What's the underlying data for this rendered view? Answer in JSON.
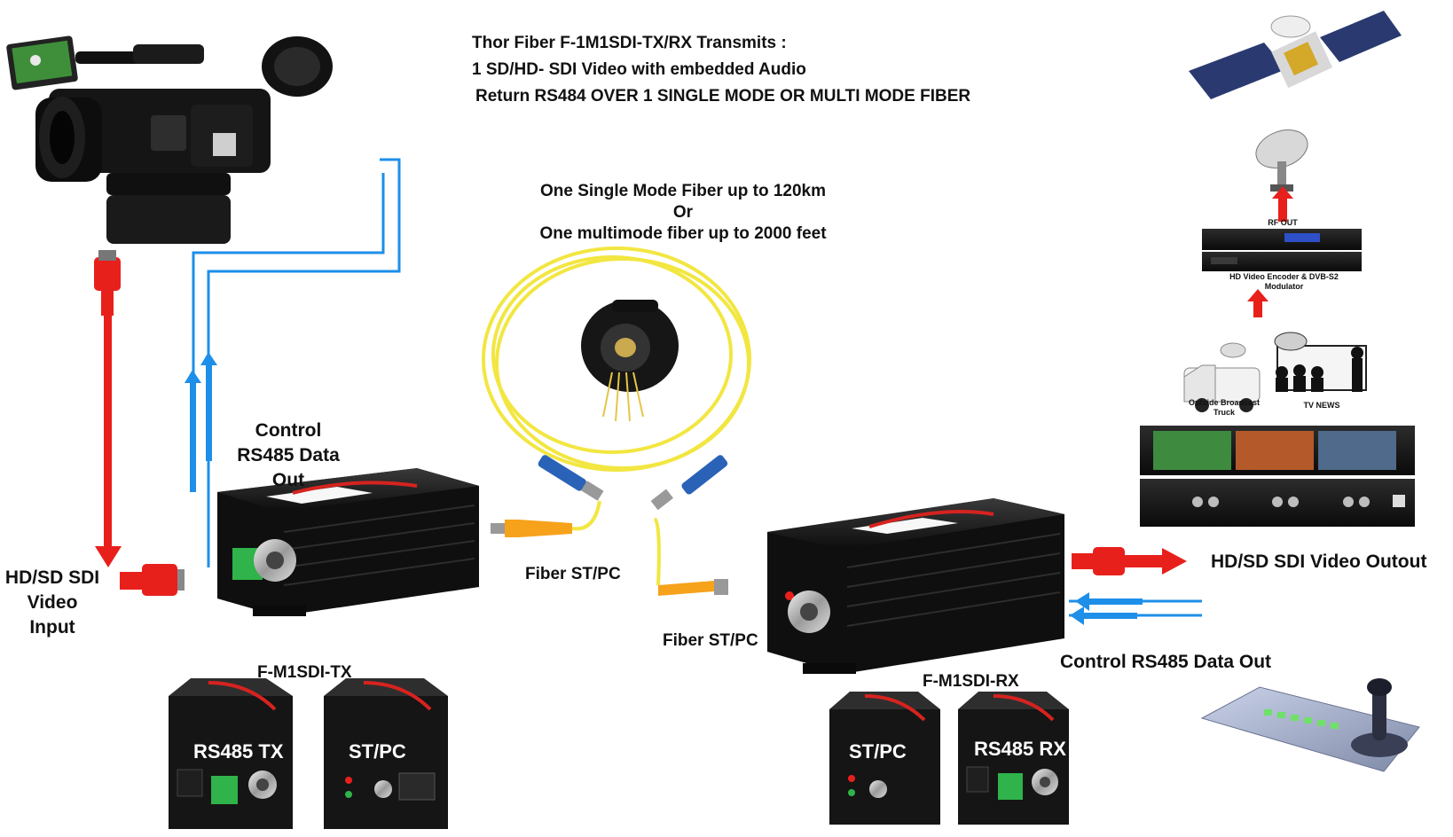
{
  "header": {
    "line1": "Thor Fiber F-1M1SDI-TX/RX Transmits :",
    "line2": "1 SD/HD- SDI Video with embedded  Audio",
    "line3": "Return RS484   OVER 1 SINGLE MODE OR MULTI MODE FIBER"
  },
  "fiber_note": {
    "line1": "One Single Mode Fiber up to 120km",
    "line2": "Or",
    "line3": "One multimode fiber up to 2000 feet"
  },
  "left": {
    "control_line1": "Control",
    "control_line2": "RS485 Data",
    "control_line3": "Out",
    "input_line1": "HD/SD SDI",
    "input_line2": "Video",
    "input_line3": "Input"
  },
  "connectors": {
    "fiber_tx": "Fiber ST/PC",
    "fiber_rx": "Fiber ST/PC"
  },
  "tx": {
    "model": "F-M1SDI-TX",
    "panel_a": "RS485   TX",
    "panel_b": "ST/PC"
  },
  "rx": {
    "model": "F-M1SDI-RX",
    "panel_a": "ST/PC",
    "panel_b": "RS485   RX"
  },
  "right": {
    "video_out": "HD/SD SDI Video Outout",
    "control_out": "Control RS485 Data Out",
    "rf_out": "RF OUT",
    "encoder_line1": "HD Video Encoder & DVB-S2",
    "encoder_line2": "Modulator",
    "truck_line1": "Outside Broadcast",
    "truck_line2": "Truck",
    "news": "TV NEWS"
  },
  "colors": {
    "video_signal": "#e8201c",
    "data_signal": "#1e8fe8",
    "fiber_cable": "#f2e641",
    "fiber_boot": "#f7a21b",
    "st_connector": "#2a62b8",
    "device_body": "#151515",
    "terminal_block": "#2fb34a"
  }
}
